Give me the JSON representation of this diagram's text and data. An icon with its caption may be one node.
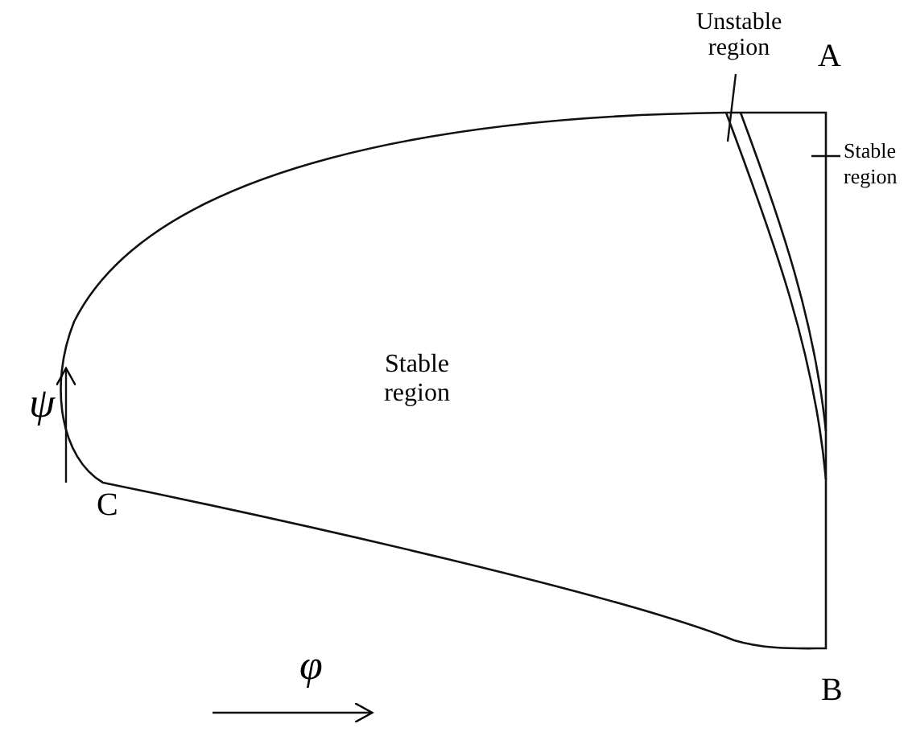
{
  "diagram": {
    "nodes": [
      {
        "text": [
          "Unstable region"
        ]
      },
      {
        "text": [
          "Stable region"
        ]
      }
    ],
    "edges": [
      {
        "from": 0,
        "to": null,
        "arrow": "none"
      },
      {
        "from": 1,
        "to": null,
        "arrow": "none"
      }
    ],
    "labels": [
      "A",
      "Stable region",
      "ψ",
      "C",
      "B",
      "φ"
    ]
  }
}
